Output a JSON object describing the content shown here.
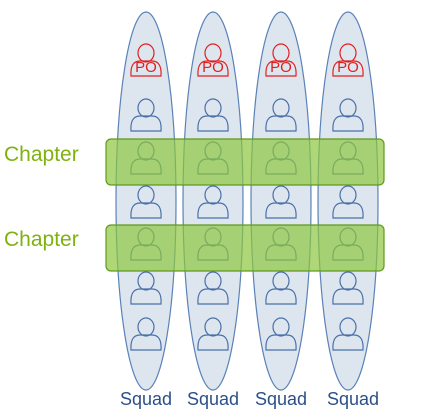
{
  "diagram": {
    "squads": [
      {
        "label": "Squad",
        "po_label": "PO"
      },
      {
        "label": "Squad",
        "po_label": "PO"
      },
      {
        "label": "Squad",
        "po_label": "PO"
      },
      {
        "label": "Squad",
        "po_label": "PO"
      }
    ],
    "chapters": [
      {
        "label": "Chapter"
      },
      {
        "label": "Chapter"
      }
    ],
    "members_per_squad": 6,
    "colors": {
      "squad_fill": "#dde6ef",
      "squad_stroke": "#5b82b8",
      "chapter_fill": "#8dc63f",
      "chapter_stroke": "#5f9a1c",
      "chapter_label": "#7fb20f",
      "po_color": "#e02020",
      "person_stroke": "#4a6fa8",
      "squad_label": "#2b4f88"
    }
  }
}
